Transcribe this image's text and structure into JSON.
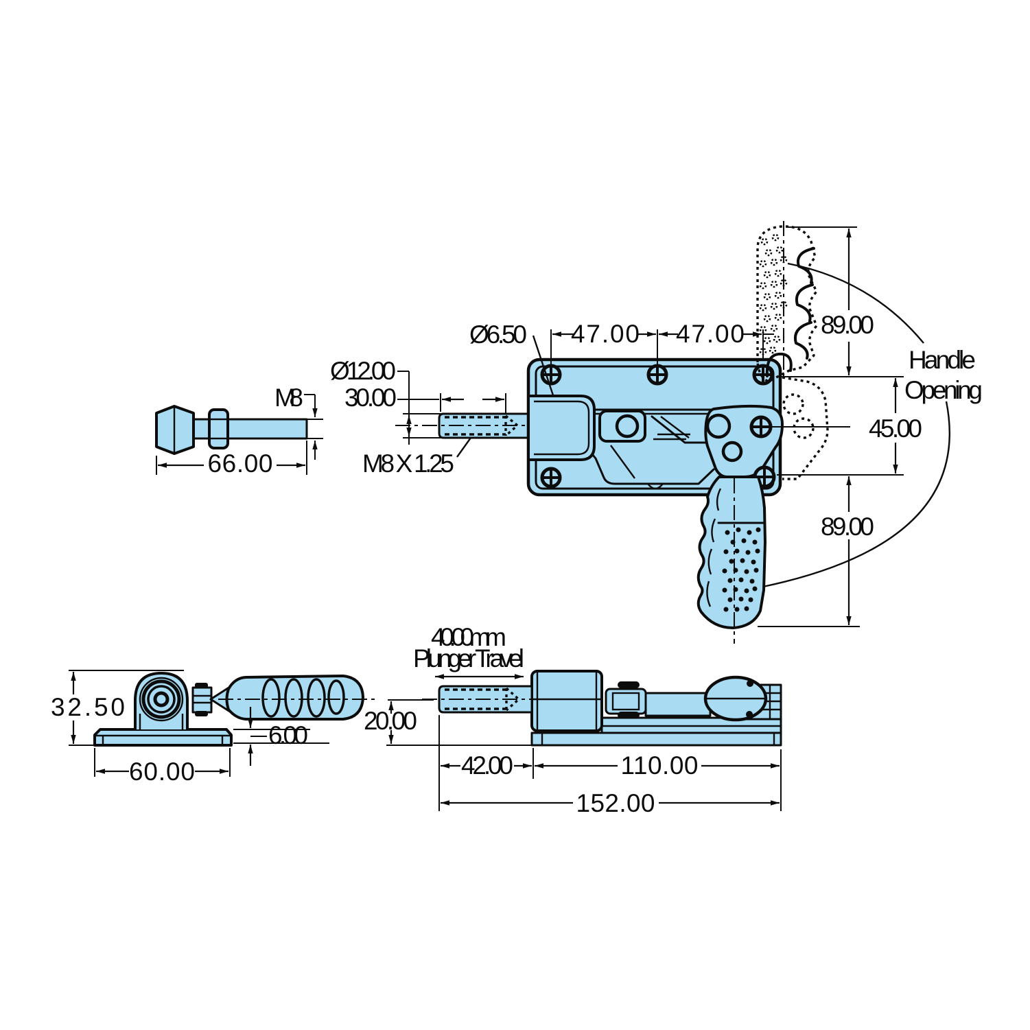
{
  "drawing": {
    "type": "engineering-dimension-drawing",
    "subject": "pistol-grip push-pull toggle clamp",
    "colors": {
      "part_fill": "#A9DCF2",
      "line": "#0c0c0c",
      "background": "#ffffff"
    },
    "views": {
      "spindle": {
        "dims": {
          "thread": "M8",
          "length": "66.00"
        }
      },
      "main": {
        "dims": {
          "hole_dia": "Ø6.50",
          "pitch_a": "47.00",
          "pitch_b": "47.00",
          "plunger_dia": "Ø12.00",
          "thread_len": "30.00",
          "thread_spec": "M8 X 1.25",
          "handle_up": "89.00",
          "pivot_span": "45.00",
          "handle_down": "89.00",
          "opening_1": "Handle",
          "opening_2": "Opening"
        }
      },
      "end": {
        "dims": {
          "height": "32.50",
          "base_thk": "6.00",
          "base_w": "60.00"
        }
      },
      "front": {
        "dims": {
          "travel_1": "40.00mm",
          "travel_2": "Plunger Travel",
          "axis_h": "20.00",
          "len_plunger": "42.00",
          "len_body": "110.00",
          "len_overall": "152.00"
        }
      }
    }
  }
}
